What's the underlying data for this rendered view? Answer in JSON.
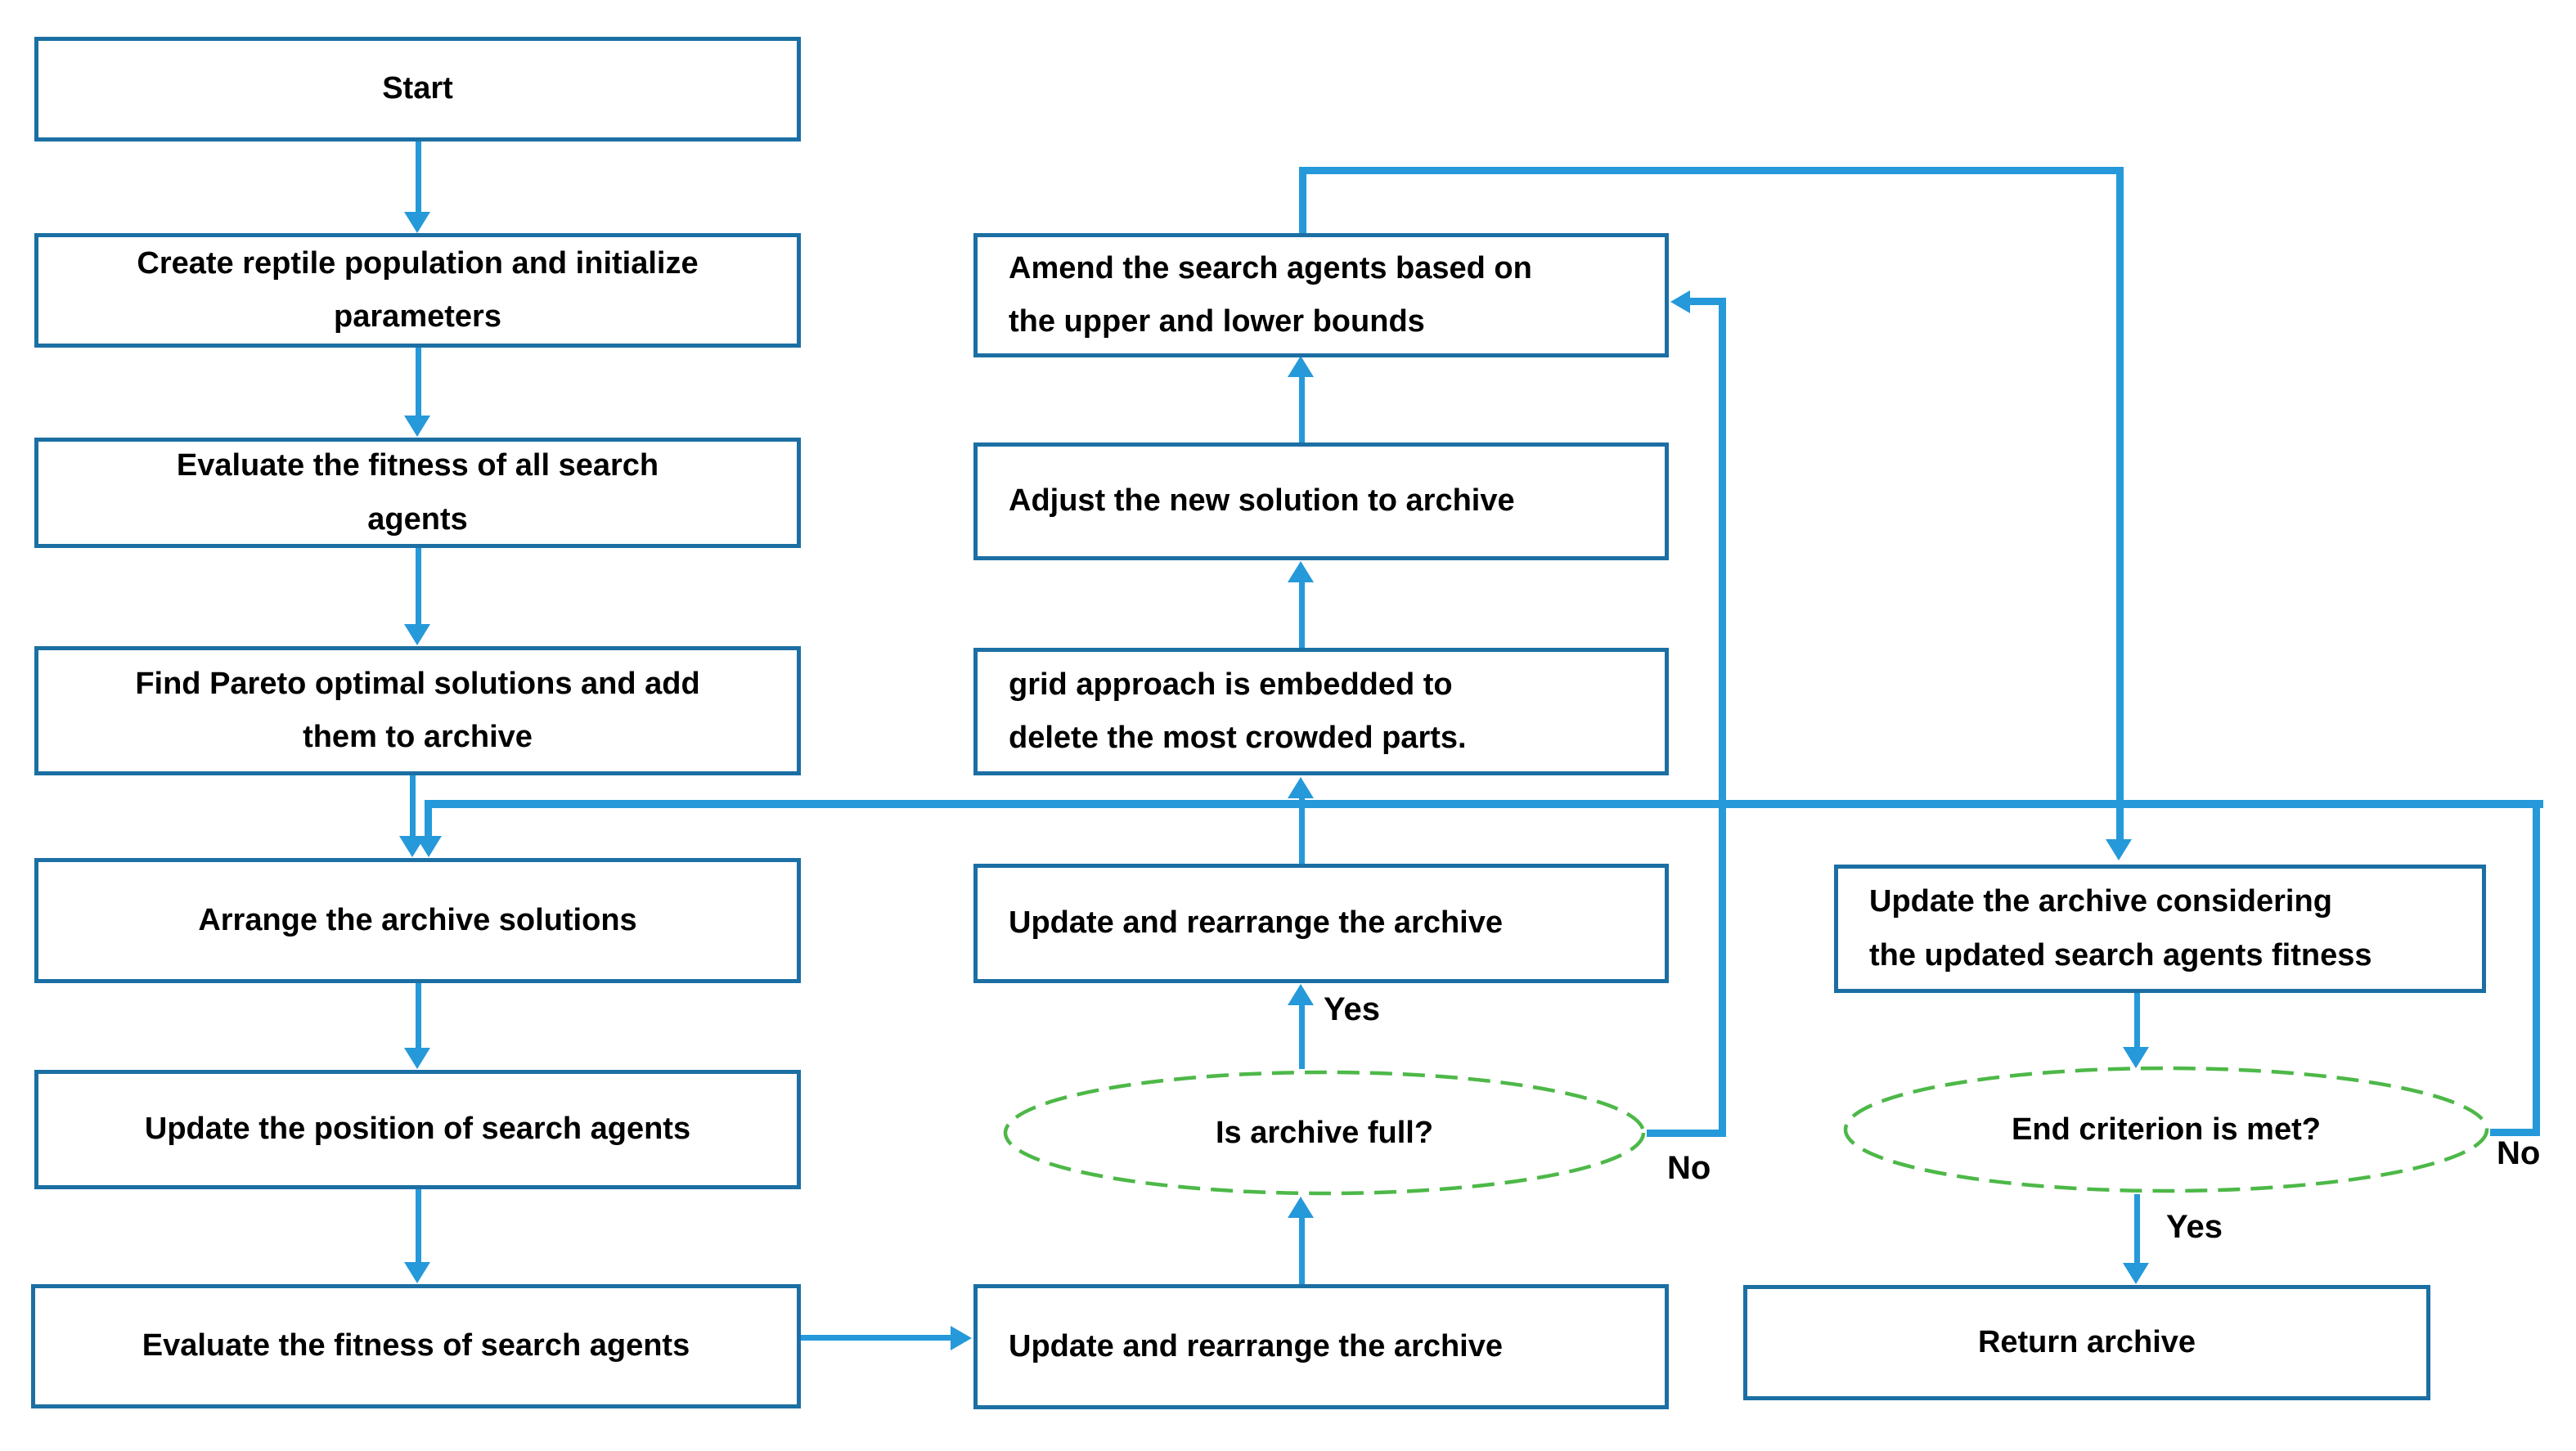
{
  "diagram": {
    "type": "flowchart",
    "colors": {
      "box_border": "#1b6fa3",
      "connector_blue": "#2599da",
      "decision_green": "#4db848",
      "text": "#000000",
      "background": "#ffffff"
    },
    "nodes": {
      "start": {
        "label": "Start",
        "lines": [
          "Start"
        ]
      },
      "create_population": {
        "label": "Create reptile population and initialize parameters",
        "lines": [
          "Create reptile population and initialize",
          "parameters"
        ]
      },
      "evaluate_all": {
        "label": "Evaluate the fitness of all search agents",
        "lines": [
          "Evaluate the fitness of all search",
          "agents"
        ]
      },
      "find_pareto": {
        "label": "Find Pareto optimal solutions and add them to archive",
        "lines": [
          "Find Pareto optimal solutions and add",
          "them to archive"
        ]
      },
      "arrange_archive": {
        "label": "Arrange the archive solutions",
        "lines": [
          "Arrange the archive solutions"
        ]
      },
      "update_position": {
        "label": "Update the position of search agents",
        "lines": [
          "Update the position of search agents"
        ]
      },
      "evaluate_agents": {
        "label": "Evaluate the fitness of search agents",
        "lines": [
          "Evaluate the fitness of search agents"
        ]
      },
      "amend_agents": {
        "label": "Amend the search agents based on the upper and lower bounds",
        "lines": [
          "Amend the search agents based on",
          "the upper and lower bounds"
        ]
      },
      "adjust_solution": {
        "label": "Adjust the new solution to archive",
        "lines": [
          "Adjust the new solution to archive"
        ]
      },
      "grid_approach": {
        "label": "grid approach is embedded to delete the most crowded parts.",
        "lines": [
          "grid approach is embedded to",
          "delete the most crowded parts."
        ]
      },
      "update_rearrange_top": {
        "label": "Update and rearrange the archive",
        "lines": [
          "Update and rearrange the archive"
        ]
      },
      "is_archive_full": {
        "label": "Is archive full?",
        "lines": [
          "Is archive full?"
        ]
      },
      "update_rearrange_bottom": {
        "label": "Update and rearrange the archive",
        "lines": [
          "Update and rearrange the archive"
        ]
      },
      "update_archive_fitness": {
        "label": "Update the archive considering the updated search agents fitness",
        "lines": [
          "Update the archive considering",
          "the updated search agents fitness"
        ]
      },
      "end_criterion": {
        "label": "End criterion is met?",
        "lines": [
          "End criterion is met?"
        ]
      },
      "return_archive": {
        "label": "Return archive",
        "lines": [
          "Return archive"
        ]
      }
    },
    "edge_labels": {
      "archive_full_yes": "Yes",
      "archive_full_no": "No",
      "end_criterion_yes": "Yes",
      "end_criterion_no": "No"
    }
  }
}
